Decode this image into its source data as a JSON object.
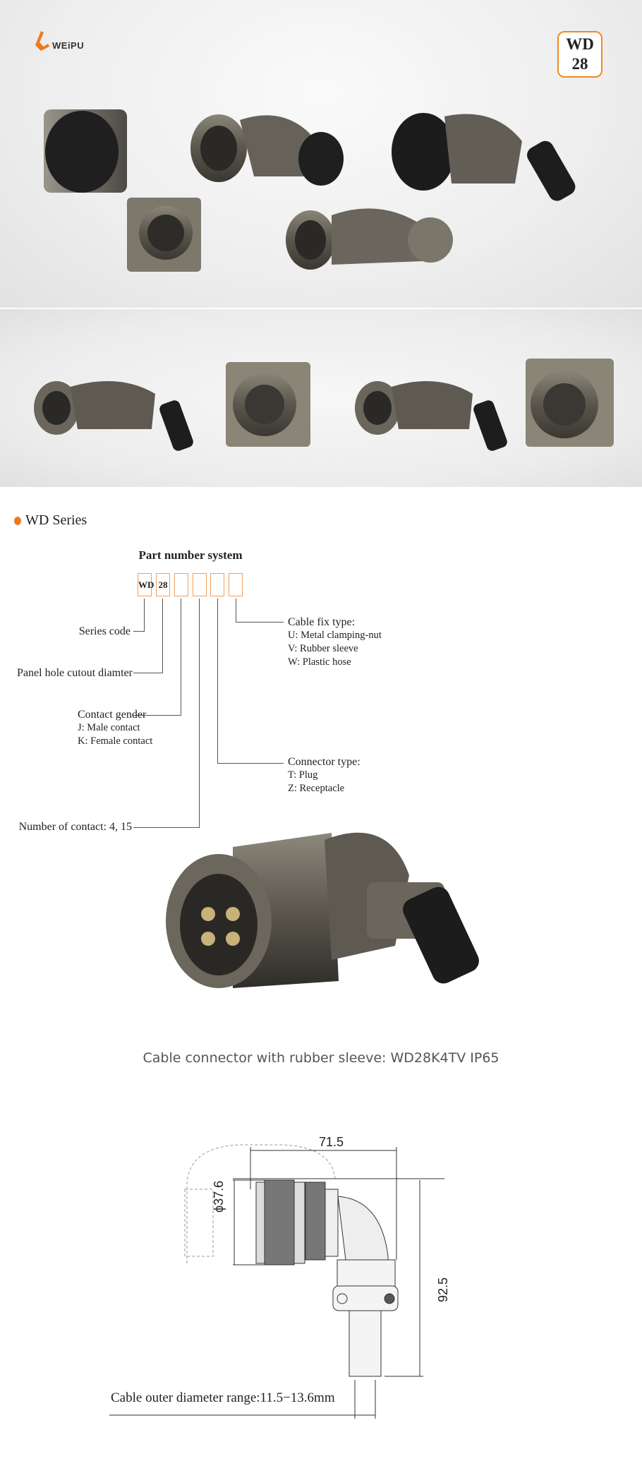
{
  "brand": {
    "logo_text": "WEiPU",
    "accent": "#ee7a1f"
  },
  "badge": {
    "line1": "WD",
    "line2": "28"
  },
  "section": {
    "title": "WD  Series"
  },
  "part_number": {
    "title": "Part  number system",
    "boxes": [
      "WD",
      "28",
      "",
      "",
      "",
      ""
    ],
    "series_code": "Series code",
    "panel_hole": "Panel hole cutout diamter",
    "contact_gender": {
      "title": "Contact  gender",
      "options": [
        "J: Male  contact",
        "K: Female  contact"
      ]
    },
    "number_of_contact": "Number of contact: 4, 15",
    "connector_type": {
      "title": "Connector type:",
      "options": [
        "T: Plug",
        "Z: Receptacle"
      ]
    },
    "cable_fix": {
      "title": "Cable fix type:",
      "options": [
        "U: Metal clamping-nut",
        "V: Rubber sleeve",
        "W: Plastic hose"
      ]
    }
  },
  "product": {
    "caption": "Cable connector with rubber sleeve: WD28K4TV IP65"
  },
  "drawing": {
    "width_dim": "71.5",
    "diameter_dim": "ϕ37.6",
    "height_dim": "92.5",
    "cable_range": "Cable outer  diameter range:11.5−13.6mm"
  }
}
